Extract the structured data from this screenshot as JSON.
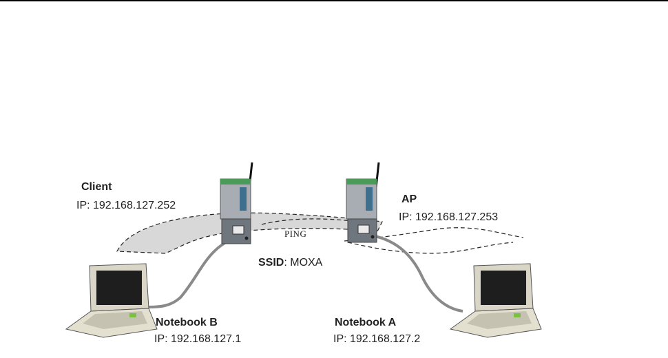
{
  "client": {
    "title": "Client",
    "ip": "IP: 192.168.127.252"
  },
  "ap": {
    "title": "AP",
    "ip": "IP: 192.168.127.253"
  },
  "ping_label": "PING",
  "ssid": {
    "key": "SSID",
    "value": ": MOXA"
  },
  "notebook_b": {
    "title": "Notebook B",
    "ip": "IP: 192.168.127.1"
  },
  "notebook_a": {
    "title": "Notebook A",
    "ip": "IP: 192.168.127.2"
  }
}
